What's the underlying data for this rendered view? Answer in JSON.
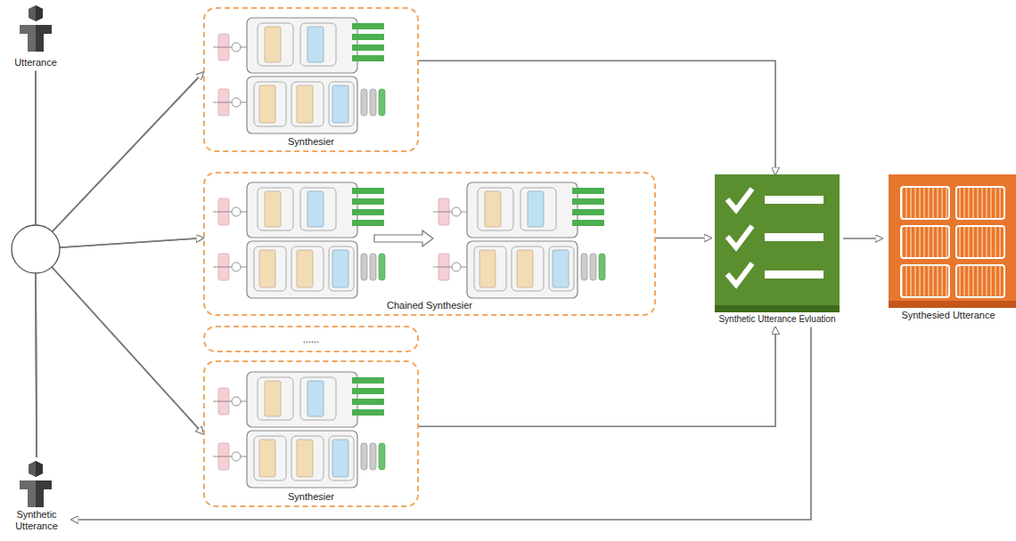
{
  "diagram": {
    "nodes": [
      {
        "text": [
          "Utterance"
        ]
      },
      {
        "text": [
          "Synthetic Utterance"
        ]
      },
      {
        "text": [
          "Synthesier"
        ]
      },
      {
        "text": [
          "Chained Synthesier"
        ]
      },
      {
        "text": [
          "......"
        ]
      },
      {
        "text": [
          "Synthesier"
        ]
      },
      {
        "text": [
          "Synthetic Utterance Evluation"
        ]
      },
      {
        "text": [
          "Synthesied Utterance"
        ]
      }
    ],
    "edges": [
      {
        "from": 0,
        "to": 2,
        "arrow": "to"
      },
      {
        "from": 0,
        "to": 3,
        "arrow": "to"
      },
      {
        "from": 0,
        "to": 5,
        "arrow": "to"
      },
      {
        "from": 1,
        "to": 2,
        "arrow": "to"
      },
      {
        "from": 1,
        "to": 3,
        "arrow": "to"
      },
      {
        "from": 1,
        "to": 5,
        "arrow": "to"
      },
      {
        "from": 2,
        "to": 6,
        "arrow": "to"
      },
      {
        "from": 3,
        "to": 6,
        "arrow": "to"
      },
      {
        "from": 5,
        "to": 6,
        "arrow": "to"
      },
      {
        "from": 6,
        "to": 7,
        "arrow": "to"
      },
      {
        "from": 6,
        "to": 1,
        "arrow": "to"
      }
    ]
  }
}
